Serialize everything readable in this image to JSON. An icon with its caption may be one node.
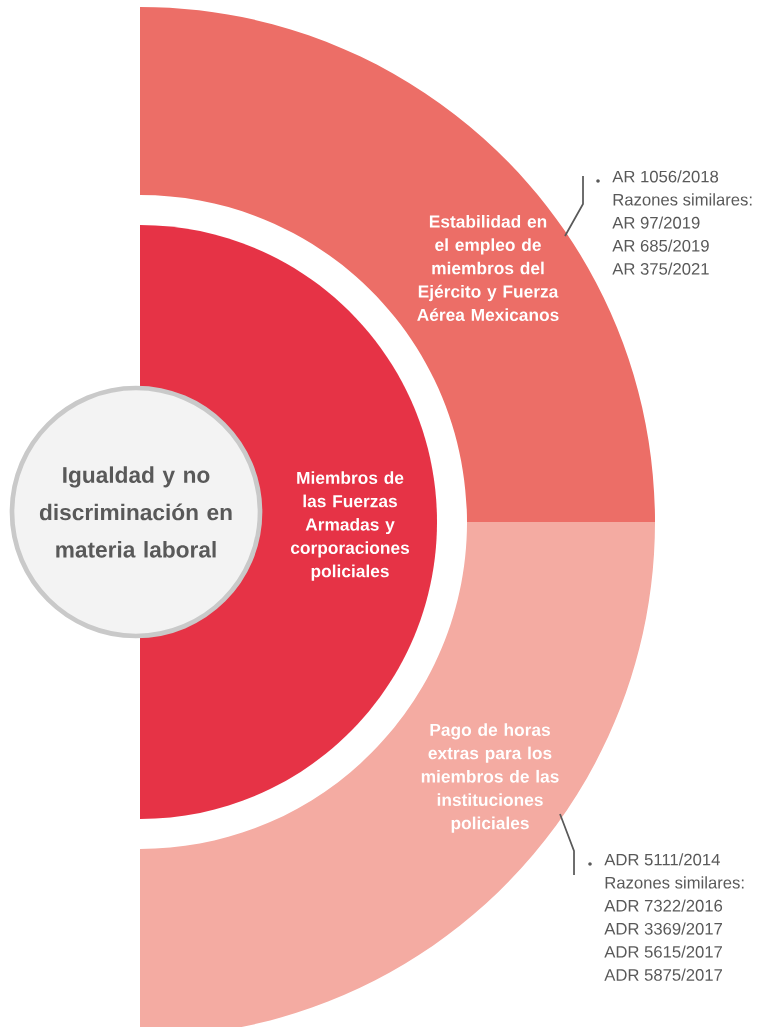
{
  "diagram": {
    "nodes": [
      {
        "text": [
          "Igualdad y no discriminación en materia laboral"
        ]
      },
      {
        "text": [
          "Miembros de las Fuerzas Armadas y corporaciones policiales"
        ]
      },
      {
        "text": [
          "Estabilidad en el empleo de miembros del Ejército y Fuerza Aérea Mexicanos"
        ]
      },
      {
        "text": [
          "Pago de horas extras para los miembros de las instituciones policiales"
        ]
      },
      {
        "text": [
          "AR 1056/2018",
          "Razones similares:",
          "AR 97/2019",
          "AR 685/2019",
          "AR 375/2021"
        ]
      },
      {
        "text": [
          "ADR 5111/2014",
          "Razones similares:",
          "ADR 7322/2016",
          "ADR 3369/2017",
          "ADR 5615/2017",
          "ADR 5875/2017"
        ]
      }
    ],
    "edges": [
      {
        "from": 4,
        "to": 2,
        "arrow": "none"
      },
      {
        "from": 5,
        "to": 3,
        "arrow": "none"
      }
    ]
  }
}
